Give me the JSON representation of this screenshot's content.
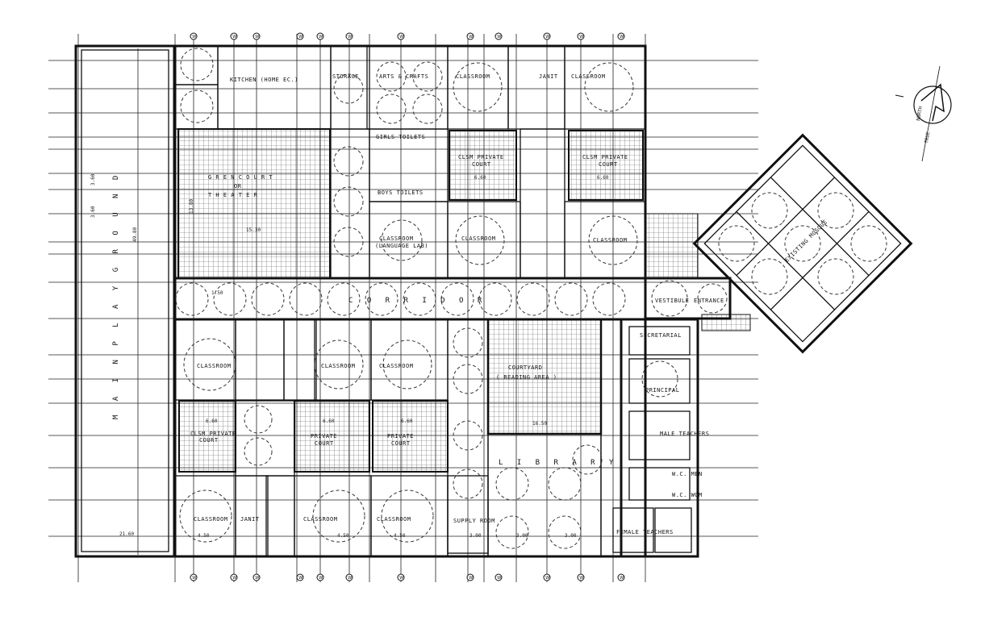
{
  "plan": {
    "playground": "M A I N    P L A Y G R O U N D",
    "playground_length": "49.80",
    "playground_width": "21.60",
    "kitchen": "KITCHEN (HOME EC.)",
    "storage": "STORAGE",
    "arts_crafts": "ARTS & CRAFTS",
    "classroom": "CLASSROOM",
    "janit": "JANIT",
    "girls_toilets": "GIRLS TOILETS",
    "boys_toilets": "BOYS TOILETS",
    "green_court": "G R E N   C O U R T",
    "green_court_or": "OR",
    "theater": "T H E A T E R",
    "green_court_width": "15.30",
    "green_court_depth": "13.80",
    "clsm_private_court": "CLSM PRIVATE",
    "court": "COURT",
    "private_court": "PRIVATE",
    "language_lab": "(LANGUAGE LAB)",
    "corridor": "C O R R I D O R",
    "courtyard": "COURTYARD",
    "reading_area": "( READING   AREA )",
    "courtyard_width": "16.50",
    "library": "L I B R A R Y",
    "supply_room": "SUPPLY ROOM",
    "vestibule": "VESTIBULE",
    "entrance": "ENTRANCE",
    "secretarial": "SECRETARIAL",
    "principal": "PRINCIPAL",
    "male_teachers": "MALE TEACHERS",
    "female_teachers": "FEMALE TEACHERS",
    "wc_men": "W.C. MEN",
    "wc_wom": "W.C. WOM",
    "existing_mosque": "EXISTING MOSQUE",
    "north_true": "TRUE",
    "north_mag": "NORTH",
    "dim_660": "6.60",
    "dim_450": "4.50",
    "dim_300": "3.00",
    "dim_360": "3.60",
    "dim_150": "1.50",
    "marker": "W"
  }
}
